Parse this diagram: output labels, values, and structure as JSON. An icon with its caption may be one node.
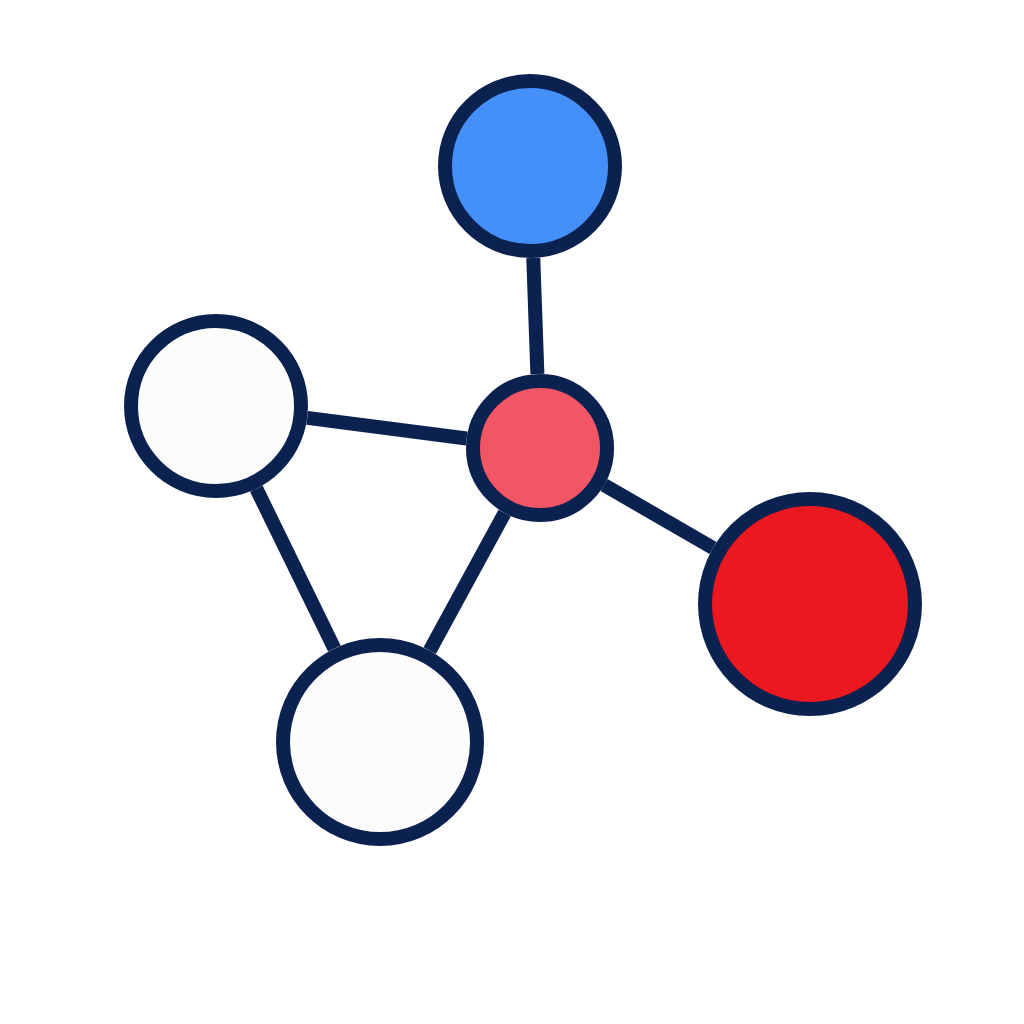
{
  "diagram": {
    "nodes": [
      {
        "text": [],
        "shape": "circle"
      },
      {
        "text": [],
        "shape": "circle"
      },
      {
        "text": [],
        "shape": "circle"
      },
      {
        "text": [],
        "shape": "circle"
      },
      {
        "text": [],
        "shape": "circle"
      }
    ],
    "edges": [
      {
        "from": 0,
        "to": 2,
        "arrow": "none"
      },
      {
        "from": 1,
        "to": 2,
        "arrow": "none"
      },
      {
        "from": 2,
        "to": 3,
        "arrow": "none"
      },
      {
        "from": 1,
        "to": 4,
        "arrow": "none"
      },
      {
        "from": 2,
        "to": 4,
        "arrow": "none"
      }
    ]
  }
}
